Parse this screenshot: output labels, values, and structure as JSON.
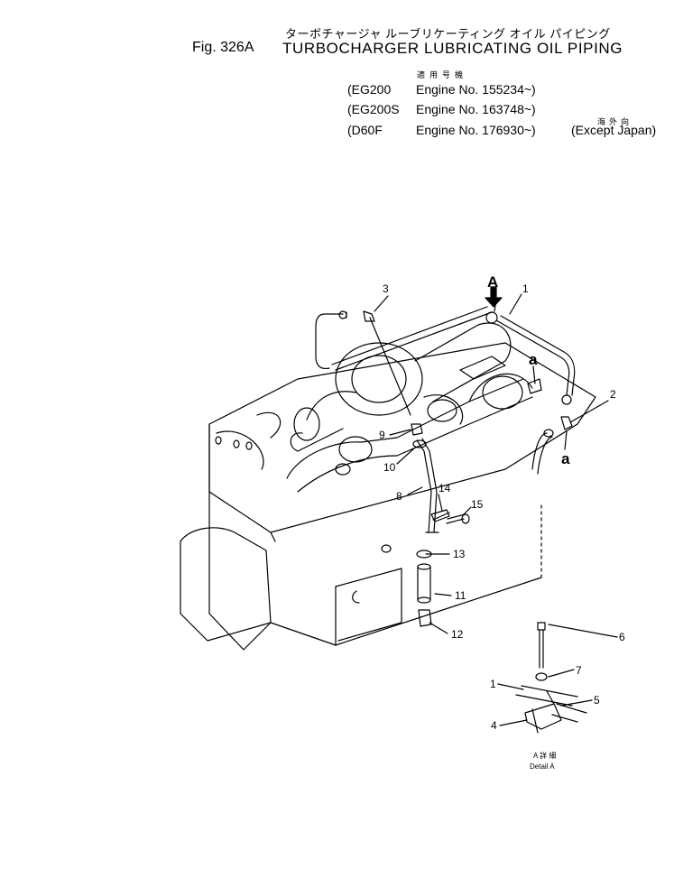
{
  "header": {
    "title_jp": "ターボチャージャ ルーブリケーティング オイル パイピング",
    "fig_label": "Fig. 326A",
    "title_en": "TURBOCHARGER LUBRICATING OIL PIPING",
    "applicable_jp": "適用号機",
    "overseas_jp": "海外向",
    "except_note": "(Except Japan)"
  },
  "applicability": [
    {
      "model": "(EG200",
      "engine": "Engine No. 155234~)"
    },
    {
      "model": "(EG200S",
      "engine": "Engine No. 163748~)"
    },
    {
      "model": "(D60F",
      "engine": "Engine No. 176930~)"
    }
  ],
  "callouts": {
    "c1": "1",
    "c2": "2",
    "c3": "3",
    "c4": "4",
    "c5": "5",
    "c6": "6",
    "c7": "7",
    "c8": "8",
    "c9": "9",
    "c10": "10",
    "c11": "11",
    "c12": "12",
    "c13": "13",
    "c14": "14",
    "c15": "15",
    "c1b": "1",
    "view_a": "A",
    "sect_a1": "a",
    "sect_a2": "a"
  },
  "detail": {
    "label_jp": "A 詳 細",
    "label_en": "Detail A"
  }
}
